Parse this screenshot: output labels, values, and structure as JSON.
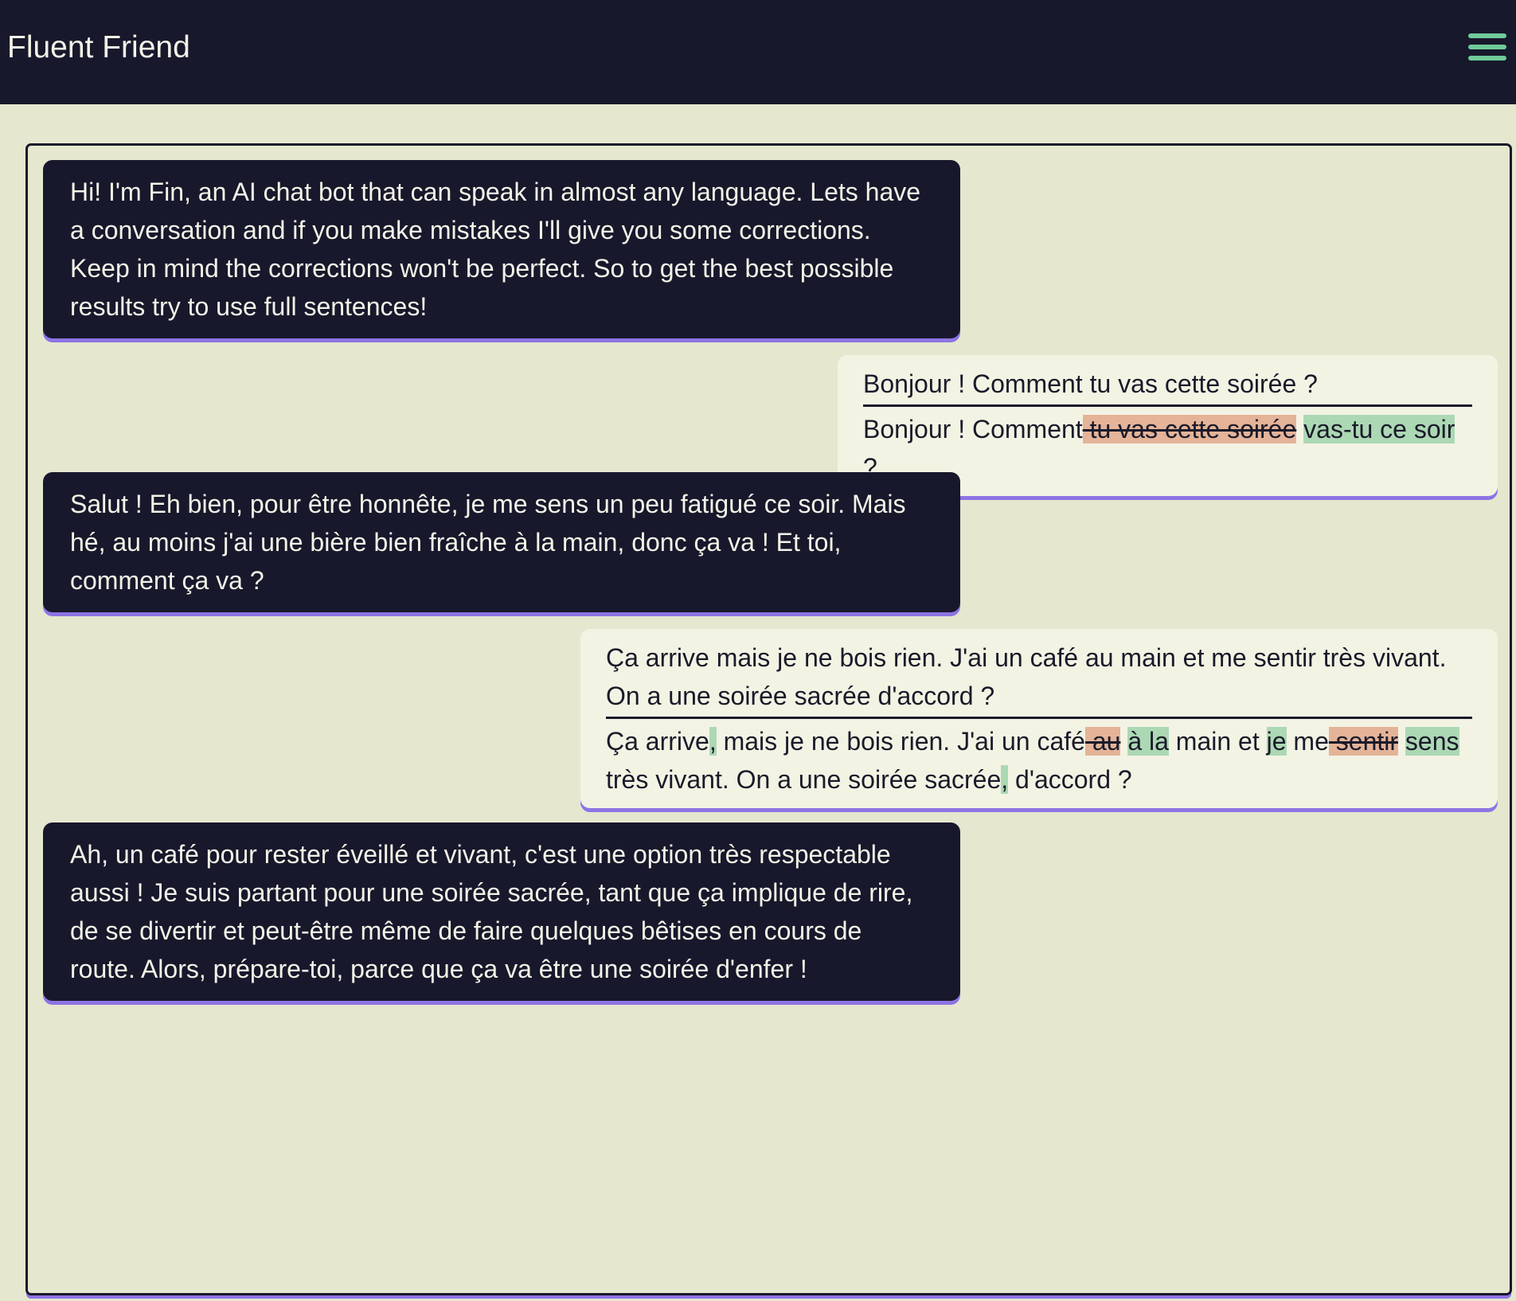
{
  "header": {
    "title": "Fluent Friend",
    "menu_icon": "hamburger-menu-icon",
    "menu_color": "#6fcb9a"
  },
  "colors": {
    "background": "#e6e7cf",
    "dark": "#18182c",
    "accent_shadow": "#8d74e4",
    "deletion_highlight": "#e4b398",
    "insertion_highlight": "#acd8b4"
  },
  "messages": [
    {
      "role": "bot",
      "text": "Hi! I'm Fin, an AI chat bot that can speak in almost any language. Lets have a conversation and if you make mistakes I'll give you some corrections. Keep in mind the corrections won't be perfect. So to get the best possible results try to use full sentences!"
    },
    {
      "role": "user",
      "original": "Bonjour ! Comment tu vas cette soirée ?",
      "correction": [
        {
          "t": "plain",
          "s": "Bonjour ! Comment"
        },
        {
          "t": "del",
          "s": " tu vas cette soirée"
        },
        {
          "t": "plain",
          "s": " "
        },
        {
          "t": "ins",
          "s": "vas-tu ce soir"
        },
        {
          "t": "plain",
          "s": " ?"
        }
      ]
    },
    {
      "role": "bot",
      "text": "Salut ! Eh bien, pour être honnête, je me sens un peu fatigué ce soir. Mais hé, au moins j'ai une bière bien fraîche à la main, donc ça va ! Et toi, comment ça va ?"
    },
    {
      "role": "user",
      "original": "Ça arrive mais je ne bois rien. J'ai un café au main et me sentir très vivant. On a une soirée sacrée d'accord ?",
      "correction": [
        {
          "t": "plain",
          "s": "Ça arrive"
        },
        {
          "t": "ins",
          "s": ","
        },
        {
          "t": "plain",
          "s": " mais je ne bois rien. J'ai un café"
        },
        {
          "t": "del",
          "s": " au"
        },
        {
          "t": "plain",
          "s": " "
        },
        {
          "t": "ins",
          "s": "à la"
        },
        {
          "t": "plain",
          "s": " main et "
        },
        {
          "t": "ins",
          "s": "je"
        },
        {
          "t": "plain",
          "s": " me"
        },
        {
          "t": "del",
          "s": " sentir"
        },
        {
          "t": "plain",
          "s": " "
        },
        {
          "t": "ins",
          "s": "sens"
        },
        {
          "t": "plain",
          "s": " très vivant. On a une soirée sacrée"
        },
        {
          "t": "ins",
          "s": ","
        },
        {
          "t": "plain",
          "s": " d'accord ?"
        }
      ]
    },
    {
      "role": "bot",
      "text": "Ah, un café pour rester éveillé et vivant, c'est une option très respectable aussi ! Je suis partant pour une soirée sacrée, tant que ça implique de rire, de se divertir et peut-être même de faire quelques bêtises en cours de route. Alors, prépare-toi, parce que ça va être une soirée d'enfer !"
    }
  ]
}
